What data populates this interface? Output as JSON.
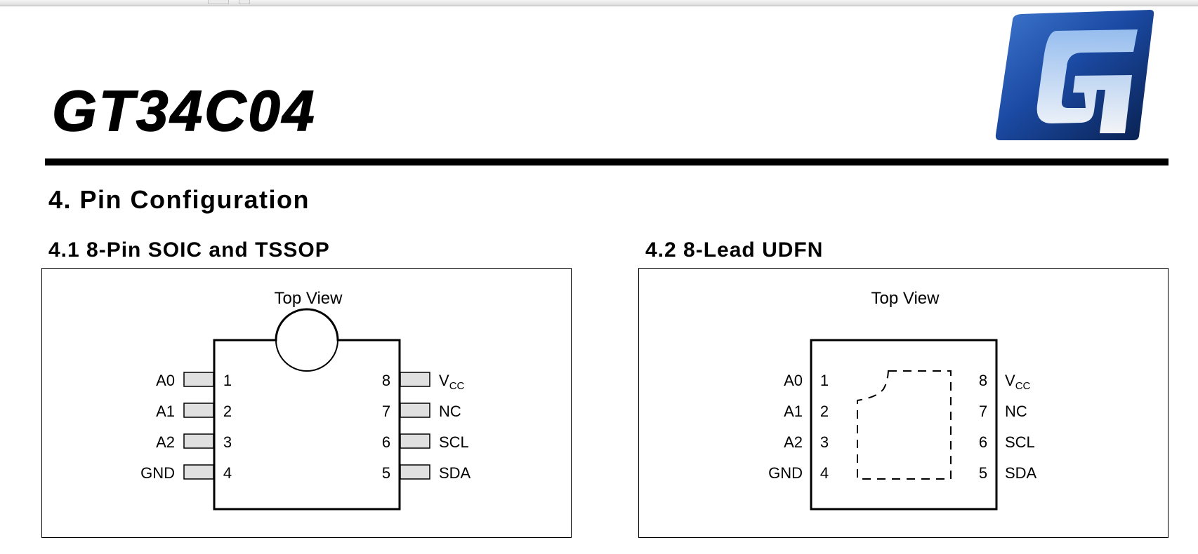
{
  "document": {
    "title": "GT34C04",
    "section_title": "4. Pin Configuration"
  },
  "logo": {
    "icon": "gt-logo-icon",
    "primary_color": "#123a8a",
    "highlight_color": "#5b8fd8"
  },
  "packages": [
    {
      "subtitle": "4.1 8-Pin SOIC and TSSOP",
      "view_label": "Top View",
      "left_pins": [
        {
          "name": "A0",
          "number": "1"
        },
        {
          "name": "A1",
          "number": "2"
        },
        {
          "name": "A2",
          "number": "3"
        },
        {
          "name": "GND",
          "number": "4"
        }
      ],
      "right_pins": [
        {
          "number": "8",
          "name": "V",
          "sub": "CC"
        },
        {
          "number": "7",
          "name": "NC",
          "sub": ""
        },
        {
          "number": "6",
          "name": "SCL",
          "sub": ""
        },
        {
          "number": "5",
          "name": "SDA",
          "sub": ""
        }
      ]
    },
    {
      "subtitle": "4.2 8-Lead UDFN",
      "view_label": "Top View",
      "left_pins": [
        {
          "name": "A0",
          "number": "1"
        },
        {
          "name": "A1",
          "number": "2"
        },
        {
          "name": "A2",
          "number": "3"
        },
        {
          "name": "GND",
          "number": "4"
        }
      ],
      "right_pins": [
        {
          "number": "8",
          "name": "V",
          "sub": "CC"
        },
        {
          "number": "7",
          "name": "NC",
          "sub": ""
        },
        {
          "number": "6",
          "name": "SCL",
          "sub": ""
        },
        {
          "number": "5",
          "name": "SDA",
          "sub": ""
        }
      ]
    }
  ],
  "colors": {
    "pin_fill": "#e0e0e0",
    "rule": "#000000"
  }
}
